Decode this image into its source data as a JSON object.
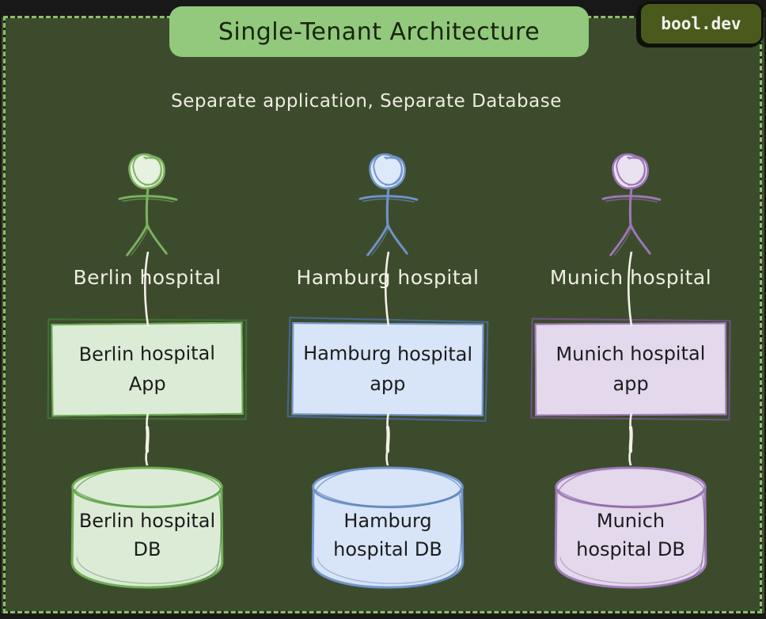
{
  "header": {
    "title": "Single-Tenant Architecture",
    "subtitle": "Separate application, Separate Database",
    "brand": "bool.dev"
  },
  "colors": {
    "outer_bg": "#181818",
    "board_bg": "#3d4b2d",
    "frame_dash": "#8cc06c",
    "title_badge_bg": "#92c97c",
    "title_text": "#1a240f",
    "brand_badge_bg": "#4a5a1d",
    "brand_text": "#f2f2ec",
    "subtitle_text": "#edece0",
    "connector_line": "#f2f1e6"
  },
  "columns": [
    {
      "city": "Berlin",
      "person_label": "Berlin hospital",
      "app_label": "Berlin hospital\nApp",
      "db_label": "Berlin hospital\nDB",
      "color": {
        "stroke": "#6fae54",
        "fill": "#dcebd6"
      }
    },
    {
      "city": "Hamburg",
      "person_label": "Hamburg hospital",
      "app_label": "Hamburg hospital\napp",
      "db_label": "Hamburg\nhospital DB",
      "color": {
        "stroke": "#7396cc",
        "fill": "#d8e4f8"
      }
    },
    {
      "city": "Munich",
      "person_label": "Munich hospital",
      "app_label": "Munich hospital\napp",
      "db_label": "Munich\nhospital DB",
      "color": {
        "stroke": "#9f7cb8",
        "fill": "#e3d8ec"
      }
    }
  ]
}
